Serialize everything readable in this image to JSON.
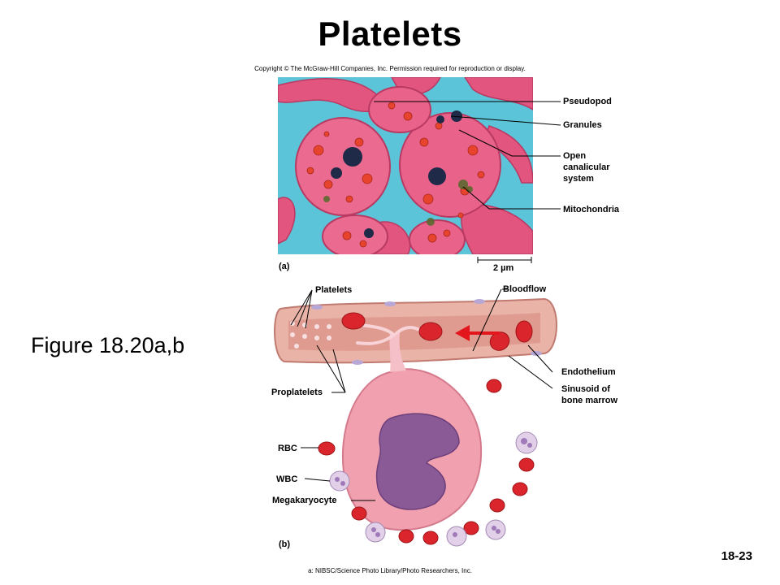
{
  "title": "Platelets",
  "copyright": "Copyright © The McGraw-Hill Companies, Inc. Permission required for reproduction or display.",
  "figure_ref": "Figure 18.20a,b",
  "slide_number": "18-23",
  "credit": "a: NIBSC/Science Photo Library/Photo Researchers, Inc.",
  "panel_a": {
    "letter": "(a)",
    "scale_bar": "2 µm",
    "labels": {
      "pseudopod": "Pseudopod",
      "granules": "Granules",
      "open_canalicular": [
        "Open",
        "canalicular",
        "system"
      ],
      "mitochondria": "Mitochondria"
    }
  },
  "panel_b": {
    "letter": "(b)",
    "labels": {
      "platelets": "Platelets",
      "bloodflow": "Bloodflow",
      "endothelium": "Endothelium",
      "sinusoid": [
        "Sinusoid of",
        "bone marrow"
      ],
      "proplatelets": "Proplatelets",
      "rbc": "RBC",
      "wbc": "WBC",
      "megakaryocyte": "Megakaryocyte"
    }
  }
}
